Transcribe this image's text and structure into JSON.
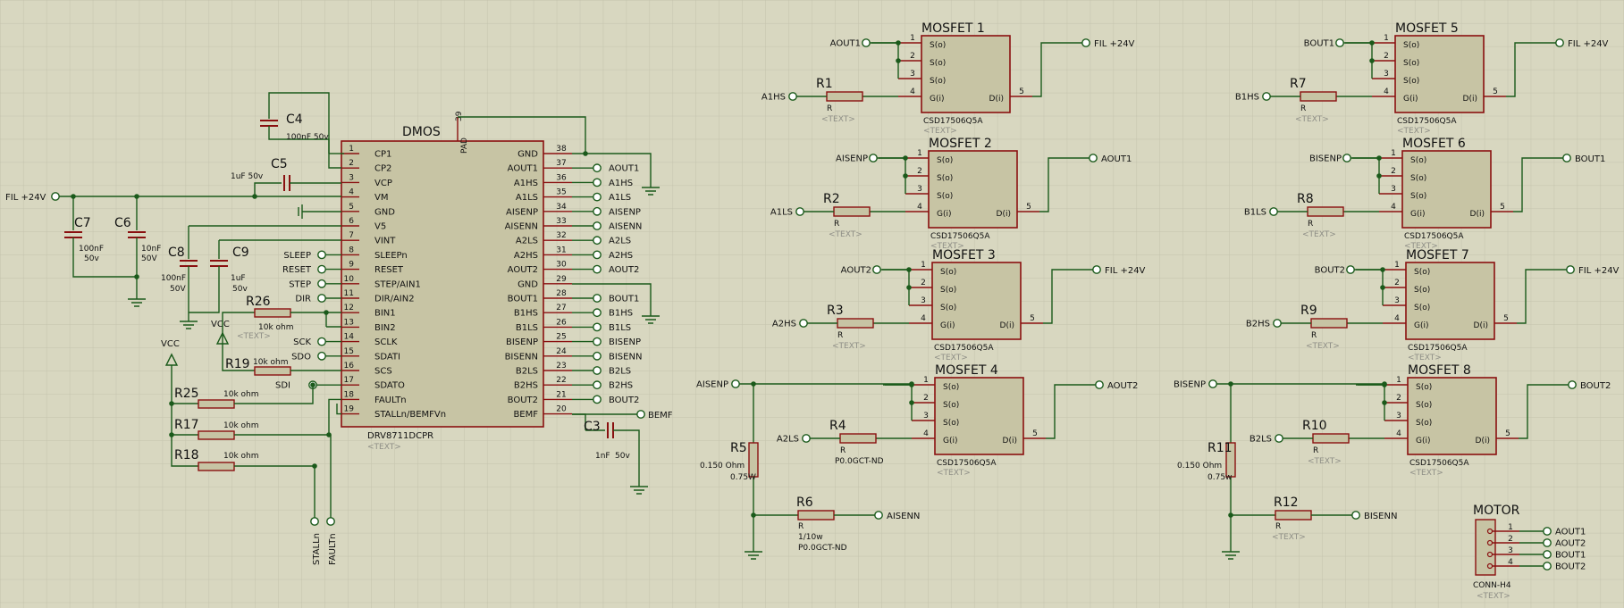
{
  "dmos": {
    "ref": "DMOS",
    "part": "DRV8711DCPR",
    "text": "<TEXT>",
    "pad_pin": "39",
    "pad_label": "PAD",
    "left_pins": [
      {
        "num": "1",
        "name": "CP1"
      },
      {
        "num": "2",
        "name": "CP2"
      },
      {
        "num": "3",
        "name": "VCP"
      },
      {
        "num": "4",
        "name": "VM"
      },
      {
        "num": "5",
        "name": "GND"
      },
      {
        "num": "6",
        "name": "V5"
      },
      {
        "num": "7",
        "name": "VINT"
      },
      {
        "num": "8",
        "name": "SLEEPn"
      },
      {
        "num": "9",
        "name": "RESET"
      },
      {
        "num": "10",
        "name": "STEP/AIN1"
      },
      {
        "num": "11",
        "name": "DIR/AIN2"
      },
      {
        "num": "12",
        "name": "BIN1"
      },
      {
        "num": "13",
        "name": "BIN2"
      },
      {
        "num": "14",
        "name": "SCLK"
      },
      {
        "num": "15",
        "name": "SDATI"
      },
      {
        "num": "16",
        "name": "SCS"
      },
      {
        "num": "17",
        "name": "SDATO"
      },
      {
        "num": "18",
        "name": "FAULTn"
      },
      {
        "num": "19",
        "name": "STALLn/BEMFVn"
      }
    ],
    "right_pins": [
      {
        "num": "38",
        "name": "GND",
        "net": ""
      },
      {
        "num": "37",
        "name": "AOUT1",
        "net": "AOUT1"
      },
      {
        "num": "36",
        "name": "A1HS",
        "net": "A1HS"
      },
      {
        "num": "35",
        "name": "A1LS",
        "net": "A1LS"
      },
      {
        "num": "34",
        "name": "AISENP",
        "net": "AISENP"
      },
      {
        "num": "33",
        "name": "AISENN",
        "net": "AISENN"
      },
      {
        "num": "32",
        "name": "A2LS",
        "net": "A2LS"
      },
      {
        "num": "31",
        "name": "A2HS",
        "net": "A2HS"
      },
      {
        "num": "30",
        "name": "AOUT2",
        "net": "AOUT2"
      },
      {
        "num": "29",
        "name": "GND",
        "net": ""
      },
      {
        "num": "28",
        "name": "BOUT1",
        "net": "BOUT1"
      },
      {
        "num": "27",
        "name": "B1HS",
        "net": "B1HS"
      },
      {
        "num": "26",
        "name": "B1LS",
        "net": "B1LS"
      },
      {
        "num": "25",
        "name": "BISENP",
        "net": "BISENP"
      },
      {
        "num": "24",
        "name": "BISENN",
        "net": "BISENN"
      },
      {
        "num": "23",
        "name": "B2LS",
        "net": "B2LS"
      },
      {
        "num": "22",
        "name": "B2HS",
        "net": "B2HS"
      },
      {
        "num": "21",
        "name": "BOUT2",
        "net": "BOUT2"
      },
      {
        "num": "20",
        "name": "BEMF",
        "net": ""
      }
    ]
  },
  "left_terms": {
    "sleep": "SLEEP",
    "reset": "RESET",
    "step": "STEP",
    "dir": "DIR",
    "sck": "SCK",
    "sdo": "SDO",
    "sdi": "SDI",
    "fil24": "FIL +24V",
    "stall": "STALLn",
    "fault": "FAULTn",
    "bemf": "BEMF",
    "vcc": "VCC"
  },
  "caps": {
    "c4": {
      "ref": "C4",
      "val": "100nF 50v"
    },
    "c5": {
      "ref": "C5",
      "val": "1uF  50v"
    },
    "c7": {
      "ref": "C7",
      "val": "100nF",
      "v": "50v"
    },
    "c6": {
      "ref": "C6",
      "val": "10nF",
      "v": "50V"
    },
    "c8": {
      "ref": "C8",
      "val": "100nF",
      "v": "50V"
    },
    "c9": {
      "ref": "C9",
      "val": "1uF",
      "v": "50v"
    },
    "c3": {
      "ref": "C3",
      "val": "1nF",
      "v": "50v"
    }
  },
  "resistors": {
    "r26": {
      "ref": "R26",
      "val": "10k ohm",
      "text": "<TEXT>"
    },
    "r19": {
      "ref": "R19",
      "val": "10k ohm"
    },
    "r25": {
      "ref": "R25",
      "val": "10k ohm"
    },
    "r17": {
      "ref": "R17",
      "val": "10k ohm"
    },
    "r18": {
      "ref": "R18",
      "val": "10k ohm"
    },
    "r1": {
      "ref": "R1",
      "val": "R",
      "text": "<TEXT>"
    },
    "r2": {
      "ref": "R2",
      "val": "R",
      "text": "<TEXT>"
    },
    "r3": {
      "ref": "R3",
      "val": "R",
      "text": "<TEXT>"
    },
    "r4": {
      "ref": "R4",
      "val": "R",
      "part": "P0.0GCT-ND"
    },
    "r5": {
      "ref": "R5",
      "val": "0.150 Ohm",
      "p": "0.75W"
    },
    "r6": {
      "ref": "R6",
      "val": "R",
      "p": "1/10w",
      "part": "P0.0GCT-ND"
    },
    "r7": {
      "ref": "R7",
      "val": "R",
      "text": "<TEXT>"
    },
    "r8": {
      "ref": "R8",
      "val": "R",
      "text": "<TEXT>"
    },
    "r9": {
      "ref": "R9",
      "val": "R",
      "text": "<TEXT>"
    },
    "r10": {
      "ref": "R10",
      "val": "R",
      "text": "<TEXT>"
    },
    "r11": {
      "ref": "R11",
      "val": "0.150 Ohm",
      "p": "0.75w"
    },
    "r12": {
      "ref": "R12",
      "val": "R",
      "text": "<TEXT>"
    }
  },
  "mosfets": [
    {
      "ref": "MOSFET 1",
      "part": "CSD17506Q5A",
      "text": "<TEXT>",
      "src": "AOUT1",
      "drn": "FIL +24V",
      "gate": "A1HS",
      "res": "R1"
    },
    {
      "ref": "MOSFET 2",
      "part": "CSD17506Q5A",
      "text": "<TEXT>",
      "src": "AISENP",
      "drn": "AOUT1",
      "gate": "A1LS",
      "res": "R2"
    },
    {
      "ref": "MOSFET 3",
      "part": "CSD17506Q5A",
      "text": "<TEXT>",
      "src": "AOUT2",
      "drn": "FIL +24V",
      "gate": "A2HS",
      "res": "R3"
    },
    {
      "ref": "MOSFET 4",
      "part": "CSD17506Q5A",
      "text": "<TEXT>",
      "src": "AISENP",
      "drn": "AOUT2",
      "gate": "A2LS",
      "res": "R4"
    },
    {
      "ref": "MOSFET 5",
      "part": "CSD17506Q5A",
      "text": "<TEXT>",
      "src": "BOUT1",
      "drn": "FIL +24V",
      "gate": "B1HS",
      "res": "R7"
    },
    {
      "ref": "MOSFET 6",
      "part": "CSD17506Q5A",
      "text": "<TEXT>",
      "src": "BISENP",
      "drn": "BOUT1",
      "gate": "B1LS",
      "res": "R8"
    },
    {
      "ref": "MOSFET 7",
      "part": "CSD17506Q5A",
      "text": "<TEXT>",
      "src": "BOUT2",
      "drn": "FIL +24V",
      "gate": "B2HS",
      "res": "R9"
    },
    {
      "ref": "MOSFET 8",
      "part": "CSD17506Q5A",
      "text": "<TEXT>",
      "src": "BISENP",
      "drn": "BOUT2",
      "gate": "B2LS",
      "res": "R10"
    }
  ],
  "mosfet_pins": {
    "s": "S(o)",
    "g": "G(i)",
    "d": "D(i)",
    "n1": "1",
    "n2": "2",
    "n3": "3",
    "n4": "4",
    "n5": "5"
  },
  "sense": {
    "aisenn": "AISENN",
    "bisenn": "BISENN",
    "aisenp": "AISENP",
    "bisenp": "BISENP"
  },
  "motor": {
    "ref": "MOTOR",
    "part": "CONN-H4",
    "text": "<TEXT>",
    "pins": [
      {
        "num": "1",
        "net": "AOUT1"
      },
      {
        "num": "2",
        "net": "AOUT2"
      },
      {
        "num": "3",
        "net": "BOUT1"
      },
      {
        "num": "4",
        "net": "BOUT2"
      }
    ]
  }
}
